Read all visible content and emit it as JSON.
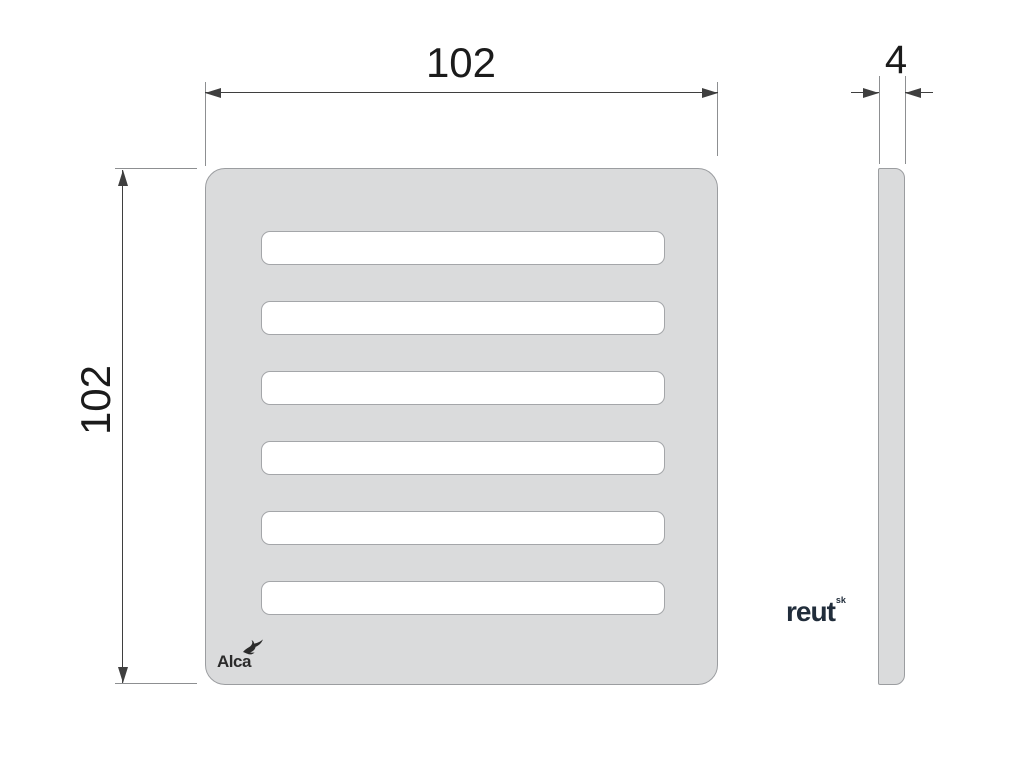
{
  "front_view": {
    "width_label": "102",
    "height_label": "102",
    "brand_label": "Alca",
    "slot_count": 6
  },
  "side_view": {
    "thickness_label": "4"
  },
  "watermark": {
    "text": "reut",
    "superscript": "sk"
  },
  "colors": {
    "grate-fill": "#dadbdc",
    "grate-border": "#9b9da0",
    "slot-fill": "#ffffff",
    "slot-border": "#a4a6a9",
    "dim-line": "#3f3f3f",
    "ext-line": "#8d8f91",
    "label-text": "#1b1b1b",
    "logo-text": "#2b2b2b",
    "watermark-text": "#212d3b"
  }
}
